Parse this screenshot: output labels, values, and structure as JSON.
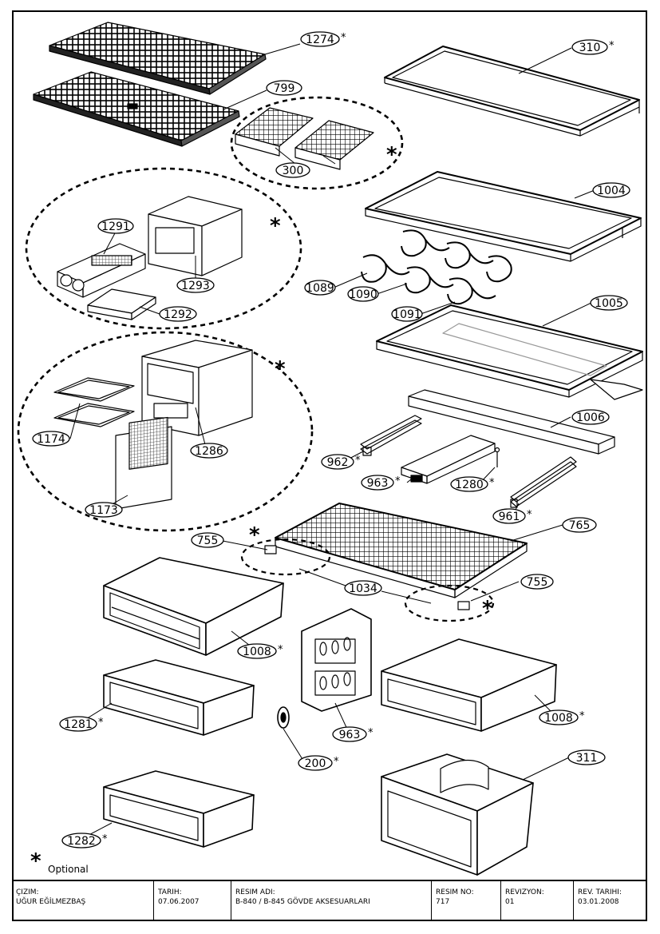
{
  "callouts": [
    {
      "id": "c1274",
      "label": "1274",
      "star": true
    },
    {
      "id": "c799",
      "label": "799",
      "star": false
    },
    {
      "id": "c300",
      "label": "300",
      "star": false
    },
    {
      "id": "c310",
      "label": "310",
      "star": true
    },
    {
      "id": "c1004",
      "label": "1004",
      "star": false
    },
    {
      "id": "c1291",
      "label": "1291",
      "star": false
    },
    {
      "id": "c1293",
      "label": "1293",
      "star": false
    },
    {
      "id": "c1292",
      "label": "1292",
      "star": false
    },
    {
      "id": "c1089",
      "label": "1089",
      "star": false
    },
    {
      "id": "c1090",
      "label": "1090",
      "star": false
    },
    {
      "id": "c1091",
      "label": "1091",
      "star": false
    },
    {
      "id": "c1005",
      "label": "1005",
      "star": false
    },
    {
      "id": "c1174",
      "label": "1174",
      "star": false
    },
    {
      "id": "c1286",
      "label": "1286",
      "star": false
    },
    {
      "id": "c1173",
      "label": "1173",
      "star": false
    },
    {
      "id": "c1006",
      "label": "1006",
      "star": false
    },
    {
      "id": "c962",
      "label": "962",
      "star": true
    },
    {
      "id": "c963a",
      "label": "963",
      "star": true
    },
    {
      "id": "c1280",
      "label": "1280",
      "star": true
    },
    {
      "id": "c961",
      "label": "961",
      "star": true
    },
    {
      "id": "c765",
      "label": "765",
      "star": false
    },
    {
      "id": "c755a",
      "label": "755",
      "star": false
    },
    {
      "id": "c755b",
      "label": "755",
      "star": false
    },
    {
      "id": "c1034",
      "label": "1034",
      "star": false
    },
    {
      "id": "c1008a",
      "label": "1008",
      "star": true
    },
    {
      "id": "c1008b",
      "label": "1008",
      "star": true
    },
    {
      "id": "c1281",
      "label": "1281",
      "star": true
    },
    {
      "id": "c963b",
      "label": "963",
      "star": true
    },
    {
      "id": "c200",
      "label": "200",
      "star": true
    },
    {
      "id": "c311",
      "label": "311",
      "star": false
    },
    {
      "id": "c1282",
      "label": "1282",
      "star": true
    }
  ],
  "legend": {
    "symbol": "*",
    "text": "Optional"
  },
  "title_block": {
    "cizim_label": "ÇIZIM:",
    "cizim_value": "UĞUR EĞİLMEZBAŞ",
    "tarih_label": "TARIH:",
    "tarih_value": "07.06.2007",
    "resim_adi_label": "RESIM ADI:",
    "resim_adi_value": "B-840 / B-845 GÖVDE AKSESUARLARI",
    "resim_no_label": "RESIM NO:",
    "resim_no_value": "717",
    "revizyon_label": "REVIZYON:",
    "revizyon_value": "01",
    "rev_tarihi_label": "REV. TARIHI:",
    "rev_tarihi_value": "03.01.2008"
  }
}
